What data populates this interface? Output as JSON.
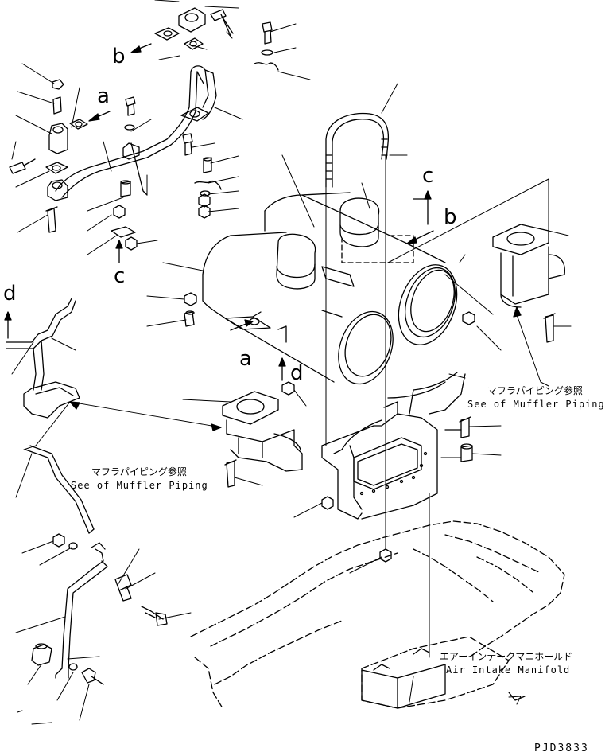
{
  "drawing_code": "PJD3833",
  "reference_letters": {
    "a": "a",
    "b": "b",
    "c": "c",
    "d": "d"
  },
  "notes": {
    "muffler_piping_jp": "マフラパイピング参照",
    "muffler_piping_en": "See of Muffler Piping",
    "intake_manifold_jp": "エアーインテークマニホールド",
    "intake_manifold_en": "Air Intake Manifold"
  }
}
